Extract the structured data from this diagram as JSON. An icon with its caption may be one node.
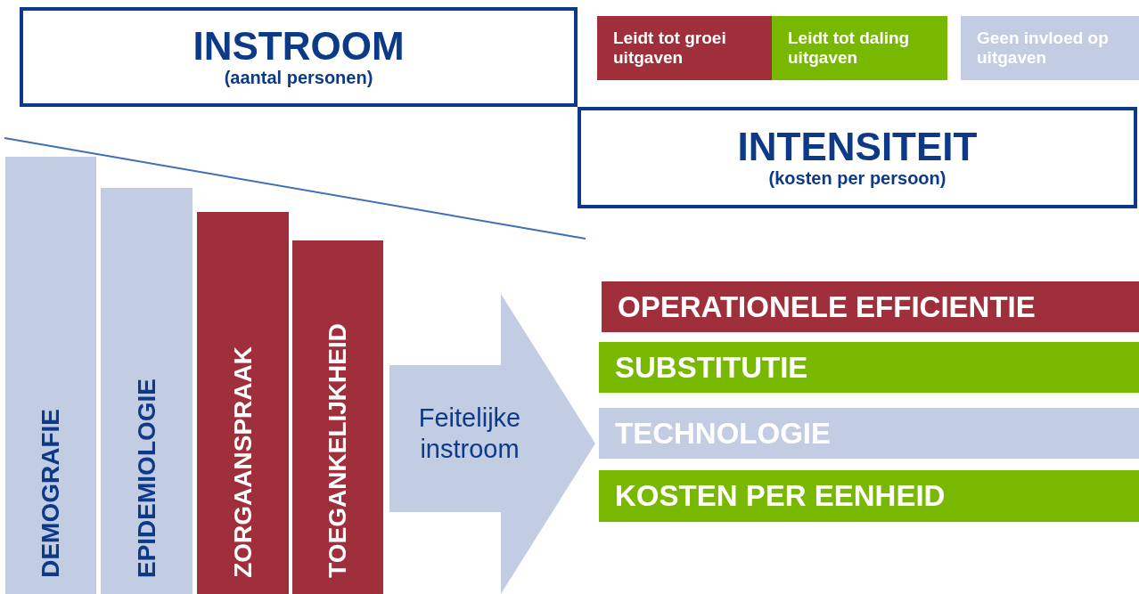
{
  "diagram": {
    "nodes": [
      {
        "text": [
          "INSTROOM",
          "(aantal personen)"
        ]
      },
      {
        "text": [
          "INTENSITEIT",
          "(kosten per persoon)"
        ]
      },
      {
        "text": [
          "DEMOGRAFIE"
        ]
      },
      {
        "text": [
          "EPIDEMIOLOGIE"
        ]
      },
      {
        "text": [
          "ZORGAANSPRAAK"
        ]
      },
      {
        "text": [
          "TOEGANKELIJKHEID"
        ]
      },
      {
        "text": [
          "Feitelijke instroom"
        ]
      },
      {
        "text": [
          "OPERATIONELE EFFICIENTIE"
        ]
      },
      {
        "text": [
          "SUBSTITUTIE"
        ]
      },
      {
        "text": [
          "TECHNOLOGIE"
        ]
      },
      {
        "text": [
          "KOSTEN PER EENHEID"
        ]
      }
    ],
    "legend": [
      {
        "text": "Leidt tot groei uitgaven",
        "color": "#9e2f3b"
      },
      {
        "text": "Leidt tot daling uitgaven",
        "color": "#78b800"
      },
      {
        "text": "Geen invloed op uitgaven",
        "color": "#c2cce3"
      }
    ]
  }
}
